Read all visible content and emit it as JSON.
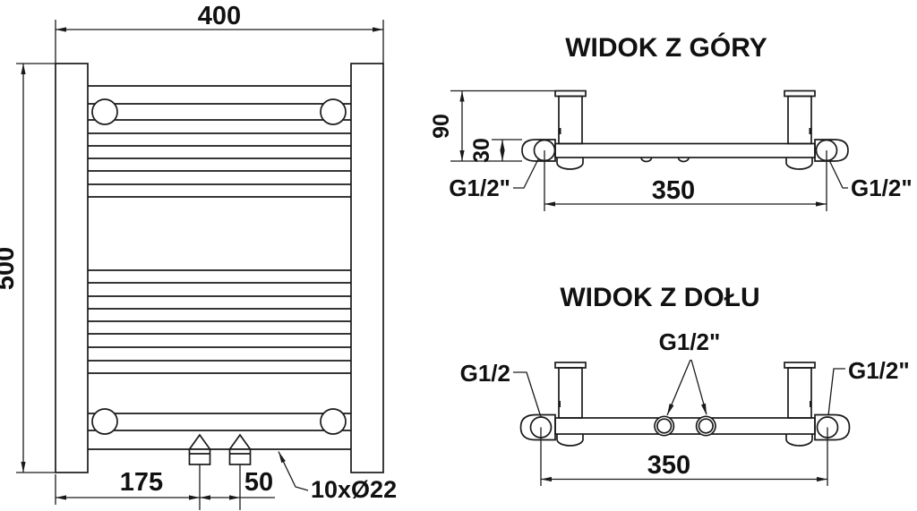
{
  "drawing": {
    "front_view": {
      "dim_width": "400",
      "dim_height": "500",
      "dim_valve_offset": "175",
      "dim_valve_spacing": "50",
      "tube_spec": "10xØ22"
    },
    "top_view": {
      "title": "WIDOK Z GÓRY",
      "dim_depth": "90",
      "dim_bar_depth": "30",
      "dim_connections": "350",
      "conn_left": "G1/2\"",
      "conn_right": "G1/2\""
    },
    "bottom_view": {
      "title": "WIDOK Z DOŁU",
      "dim_connections": "350",
      "conn_left": "G1/2",
      "conn_center": "G1/2\"",
      "conn_right": "G1/2\""
    }
  }
}
